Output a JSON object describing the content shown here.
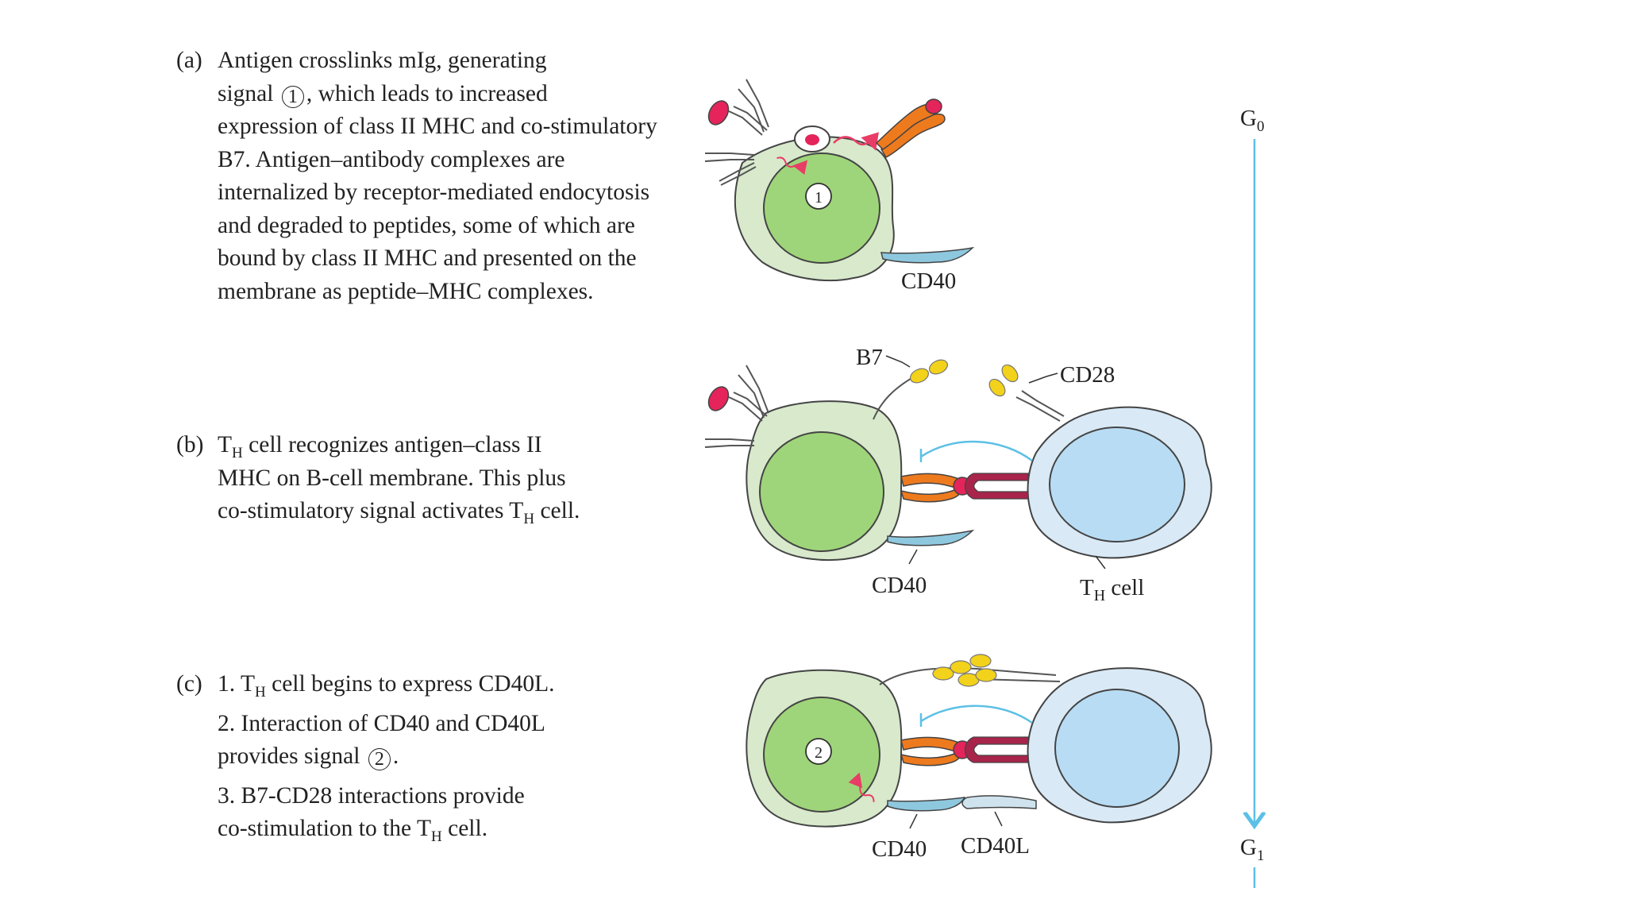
{
  "panel_a": {
    "tag": "(a)",
    "line1": "Antigen crosslinks mIg, generating",
    "line2_pre": "signal",
    "signal": "1",
    "line2_post": ", which leads to increased",
    "rest": "expression of class II MHC and co-stimulatory B7.  Antigen–antibody complexes are internalized by receptor-mediated endocytosis and degraded to peptides, some of which are bound by class II MHC and presented on the membrane as peptide–MHC complexes."
  },
  "panel_b": {
    "tag": "(b)",
    "t_pre": "T",
    "t_sub": "H",
    "line1_post": " cell recognizes antigen–class II",
    "line2": "MHC on B-cell membrane.  This plus",
    "line3_pre": "co-stimulatory signal activates T",
    "line3_sub": "H",
    "line3_post": " cell."
  },
  "panel_c": {
    "tag": "(c)",
    "step1_pre": "1. T",
    "step1_sub": "H",
    "step1_post": " cell begins to express CD40L.",
    "step2_line1": "2. Interaction of CD40 and CD40L",
    "step2_line2_pre": "provides signal",
    "signal": "2",
    "step2_line2_post": ".",
    "step3_line1": "3. B7-CD28 interactions provide",
    "step3_line2_pre": "co-stimulation to the T",
    "step3_line2_sub": "H",
    "step3_line2_post": " cell."
  },
  "labels": {
    "cd40": "CD40",
    "b7": "B7",
    "cd28": "CD28",
    "th_pre": "T",
    "th_sub": "H",
    "th_post": " cell",
    "cd40l": "CD40L",
    "signal1": "1",
    "signal2": "2"
  },
  "timeline": {
    "start_main": "G",
    "start_sub": "0",
    "end_main": "G",
    "end_sub": "1"
  },
  "colors": {
    "b_cell_outer": "#d8e9cc",
    "b_cell_nucleus": "#9fd57a",
    "t_cell_outer": "#d9e9f6",
    "t_cell_nucleus": "#b8dcf3",
    "antigen": "#e4245a",
    "mhc": "#ee7a1e",
    "tcr": "#a8244a",
    "b7_cd28": "#f2d21a",
    "cd40": "#8ec8df",
    "signal_arrow": "#e83d66",
    "timeline": "#5cc0e6"
  }
}
